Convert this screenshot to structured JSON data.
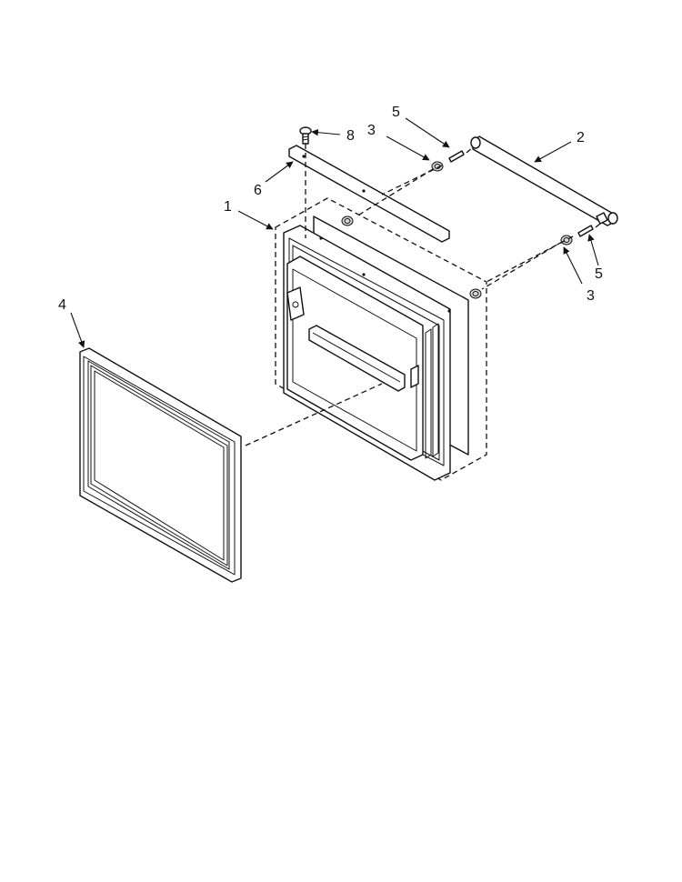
{
  "diagram": {
    "callouts": {
      "c1": "1",
      "c2": "2",
      "c3a": "3",
      "c3b": "3",
      "c4": "4",
      "c5a": "5",
      "c5b": "5",
      "c6": "6",
      "c8": "8"
    },
    "colors": {
      "line": "#111111",
      "background": "#ffffff",
      "shade": "#d9d9d9"
    }
  }
}
